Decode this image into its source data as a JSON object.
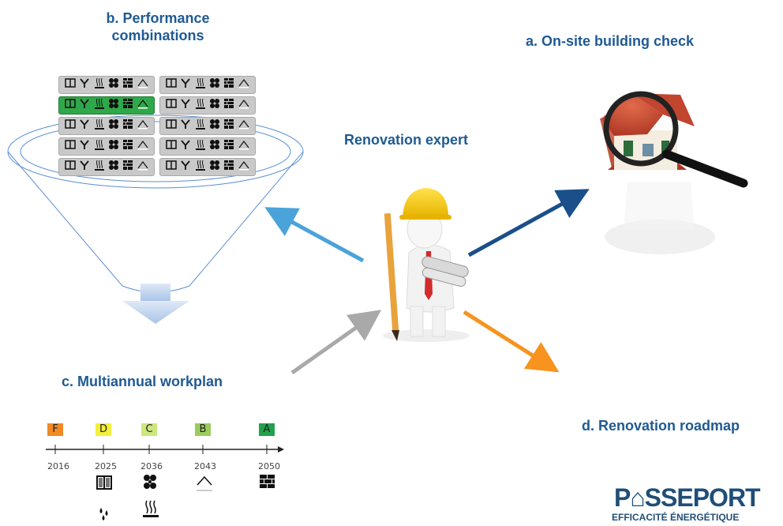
{
  "labels": {
    "performance": [
      "b. Performance",
      "combinations"
    ],
    "onsite": "a. On-site building check",
    "expert": "Renovation expert",
    "workplan": "c. Multiannual workplan",
    "roadmap": "d. Renovation roadmap"
  },
  "combination_grid": {
    "rows": 5,
    "columns": 2,
    "selected": {
      "row": 1,
      "col": 0
    },
    "icons": [
      "window-icon",
      "ventilation-icon",
      "heating-icon",
      "fan-icon",
      "wall-icon",
      "roof-icon"
    ]
  },
  "timeline": {
    "years": [
      "2016",
      "2025",
      "2036",
      "2043",
      "2050"
    ],
    "classes": [
      {
        "label": "F",
        "color": "#f08a24"
      },
      {
        "label": "D",
        "color": "#f3ef3c"
      },
      {
        "label": "C",
        "color": "#cde77f"
      },
      {
        "label": "B",
        "color": "#9ccb5c"
      },
      {
        "label": "A",
        "color": "#21a24a"
      }
    ],
    "measures": [
      {
        "year": "2025",
        "icons": [
          "window-icon",
          "water-drops-icon"
        ]
      },
      {
        "year": "2036",
        "icons": [
          "fan-icon",
          "heating-icon"
        ]
      },
      {
        "year": "2043",
        "icons": [
          "roof-icon"
        ]
      },
      {
        "year": "2050",
        "icons": [
          "wall-icon"
        ]
      }
    ]
  },
  "logo": {
    "main": "P⌂SSEPORT",
    "sub": "EFFICACITÉ ÉNERGÉTIQUE"
  },
  "colors": {
    "label_blue": "#1f5a93",
    "arrow_dark_blue": "#1a4f8a",
    "arrow_light_blue": "#4aa3d9",
    "arrow_gray": "#a9a9a9",
    "arrow_orange": "#f7931e",
    "selected_green": "#2fa84a"
  }
}
